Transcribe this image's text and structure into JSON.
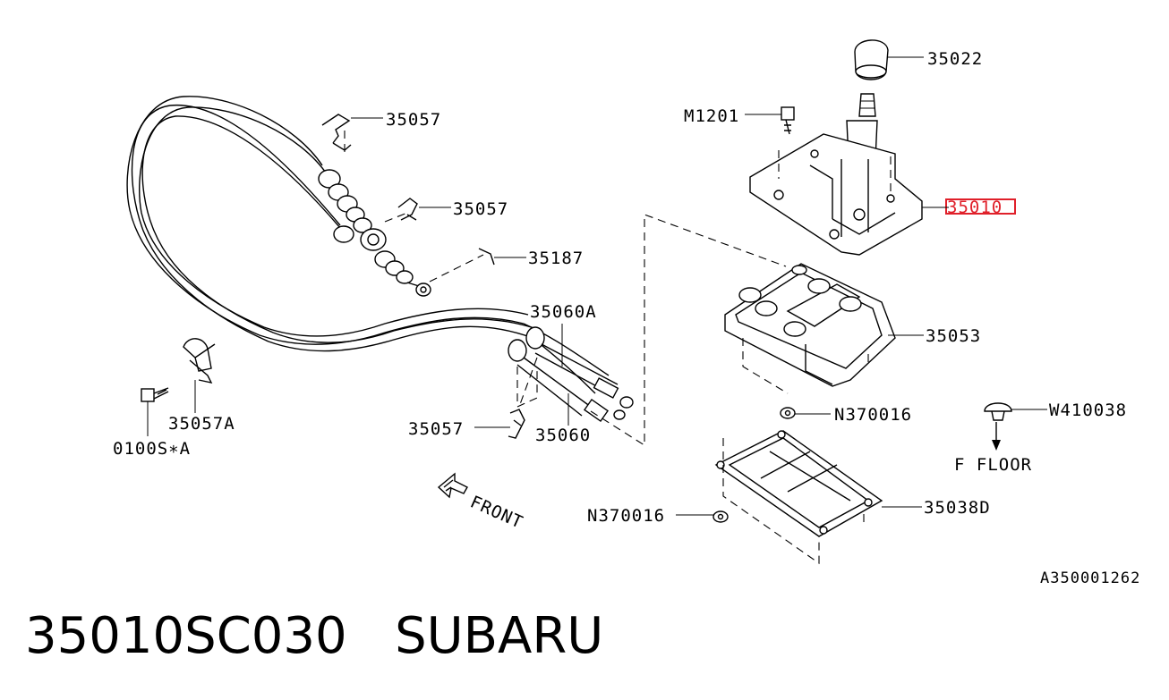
{
  "labels": {
    "p35022": "35022",
    "m1201": "M1201",
    "p35010": "35010",
    "p35053": "35053",
    "n370016_a": "N370016",
    "n370016_b": "N370016",
    "p35038d": "35038D",
    "w410038": "W410038",
    "f_floor": "F FLOOR",
    "p35057_a": "35057",
    "p35057_b": "35057",
    "p35057_c": "35057",
    "p35187": "35187",
    "p35060a": "35060A",
    "p35060": "35060",
    "p35057a": "35057A",
    "p0100s": "0100S∗A",
    "front": "FRONT",
    "ref_code": "A350001262"
  },
  "caption": {
    "part_number": "35010SC030",
    "brand": "SUBARU"
  },
  "highlight_color": "#e0202a"
}
